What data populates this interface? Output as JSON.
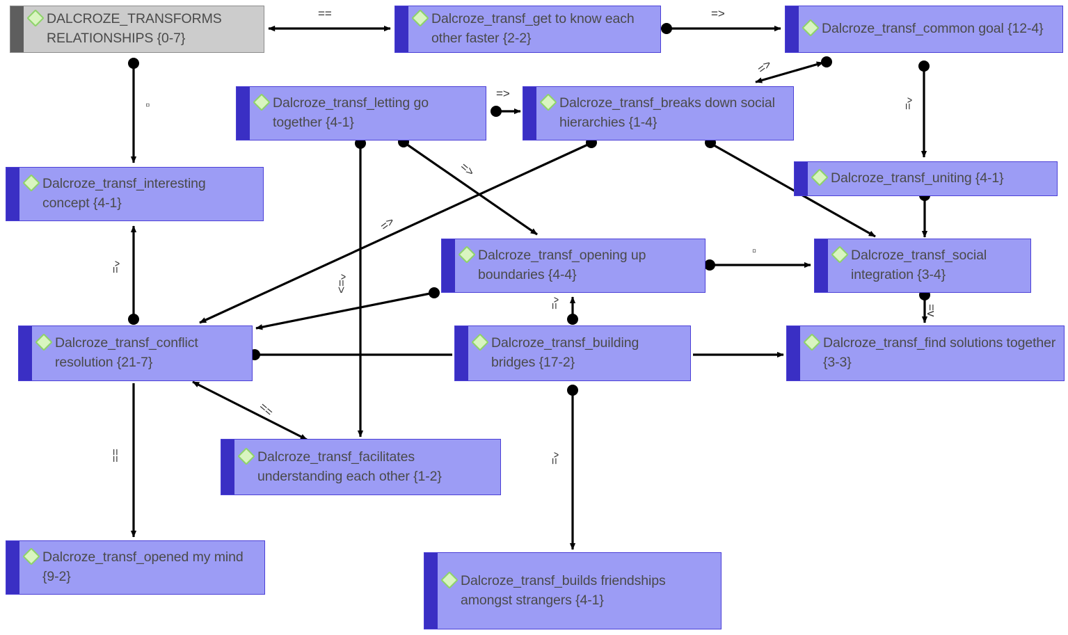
{
  "diagram": {
    "type": "concept-network-map",
    "title": "DALCROZE_TRANSFORMS RELATIONSHIPS {0-7}",
    "colors": {
      "node_fill": "#9c9cf5",
      "node_accent": "#3a2fc4",
      "node_border": "#4b3fd6",
      "root_fill": "#cccccc",
      "root_accent": "#5e5e5e",
      "root_border": "#8c8c8c",
      "icon_fill": "#d9f5c0",
      "icon_border": "#8ed36a",
      "edge_color": "#000000",
      "text_color": "#4a4a4a",
      "background": "#ffffff"
    },
    "nodes": [
      {
        "id": "root",
        "label": "DALCROZE_TRANSFORMS RELATIONSHIPS {0-7}",
        "kind": "root"
      },
      {
        "id": "getknow",
        "label": "Dalcroze_transf_get to know each other faster {2-2}",
        "kind": "concept"
      },
      {
        "id": "commongoal",
        "label": "Dalcroze_transf_common goal {12-4}",
        "kind": "concept"
      },
      {
        "id": "lettinggo",
        "label": "Dalcroze_transf_letting go together {4-1}",
        "kind": "concept"
      },
      {
        "id": "breaksdown",
        "label": "Dalcroze_transf_breaks down social hierarchies {1-4}",
        "kind": "concept"
      },
      {
        "id": "uniting",
        "label": "Dalcroze_transf_uniting {4-1}",
        "kind": "concept"
      },
      {
        "id": "interesting",
        "label": "Dalcroze_transf_interesting concept {4-1}",
        "kind": "concept"
      },
      {
        "id": "openingup",
        "label": "Dalcroze_transf_opening up boundaries {4-4}",
        "kind": "concept"
      },
      {
        "id": "socialint",
        "label": "Dalcroze_transf_social integration {3-4}",
        "kind": "concept"
      },
      {
        "id": "conflict",
        "label": "Dalcroze_transf_conflict resolution {21-7}",
        "kind": "concept"
      },
      {
        "id": "bridges",
        "label": "Dalcroze_transf_building bridges {17-2}",
        "kind": "concept"
      },
      {
        "id": "findsol",
        "label": "Dalcroze_transf_find solutions together {3-3}",
        "kind": "concept"
      },
      {
        "id": "facilitates",
        "label": "Dalcroze_transf_facilitates understanding each other {1-2}",
        "kind": "concept"
      },
      {
        "id": "openedmind",
        "label": "Dalcroze_transf_opened my mind {9-2}",
        "kind": "concept"
      },
      {
        "id": "friendships",
        "label": "Dalcroze_transf_builds friendships amongst strangers {4-1}",
        "kind": "concept"
      }
    ],
    "edges": [
      {
        "from": "getknow",
        "to": "root",
        "label": "==",
        "arrow": "both"
      },
      {
        "from": "getknow",
        "to": "commongoal",
        "label": "=>",
        "arrow": "to"
      },
      {
        "from": "root",
        "to": "interesting",
        "label": "▫",
        "arrow": "to"
      },
      {
        "from": "commongoal",
        "to": "breaksdown",
        "label": "=>",
        "arrow": "both"
      },
      {
        "from": "commongoal",
        "to": "uniting",
        "label": "^=",
        "arrow": "to"
      },
      {
        "from": "lettinggo",
        "to": "breaksdown",
        "label": "=>",
        "arrow": "to"
      },
      {
        "from": "lettinggo",
        "to": "openingup",
        "label": "=>",
        "arrow": "to"
      },
      {
        "from": "lettinggo",
        "to": "facilitates",
        "label": "",
        "arrow": "to"
      },
      {
        "from": "breaksdown",
        "to": "conflict",
        "label": "=>",
        "arrow": "to"
      },
      {
        "from": "breaksdown",
        "to": "socialint",
        "label": "",
        "arrow": "to"
      },
      {
        "from": "uniting",
        "to": "socialint",
        "label": "",
        "arrow": "to"
      },
      {
        "from": "openingup",
        "to": "socialint",
        "label": "▫",
        "arrow": "to"
      },
      {
        "from": "openingup",
        "to": "conflict",
        "label": "^=",
        "arrow": "to"
      },
      {
        "from": "conflict",
        "to": "interesting",
        "label": "^=",
        "arrow": "to"
      },
      {
        "from": "conflict",
        "to": "bridges",
        "label": "",
        "arrow": "none"
      },
      {
        "from": "bridges",
        "to": "findsol",
        "label": "",
        "arrow": "to"
      },
      {
        "from": "bridges",
        "to": "openingup",
        "label": "^=",
        "arrow": "to"
      },
      {
        "from": "bridges",
        "to": "friendships",
        "label": "^=",
        "arrow": "to"
      },
      {
        "from": "conflict",
        "to": "facilitates",
        "label": "==",
        "arrow": "both"
      },
      {
        "from": "conflict",
        "to": "openedmind",
        "label": "==",
        "arrow": "to"
      },
      {
        "from": "socialint",
        "to": "findsol",
        "label": "=v",
        "arrow": "to"
      }
    ],
    "edge_labels": [
      {
        "id": "lbl-root-getknow",
        "text": "=="
      },
      {
        "id": "lbl-getknow-common",
        "text": "=>"
      },
      {
        "id": "lbl-root-interesting",
        "text": "▫"
      },
      {
        "id": "lbl-common-breaks",
        "text": "=>"
      },
      {
        "id": "lbl-common-uniting",
        "text": "^="
      },
      {
        "id": "lbl-lettinggo-breaks",
        "text": "=>"
      },
      {
        "id": "lbl-lettinggo-opening",
        "text": "=>"
      },
      {
        "id": "lbl-breaks-conflict",
        "text": "=>"
      },
      {
        "id": "lbl-opening-social",
        "text": "▫"
      },
      {
        "id": "lbl-opening-conflict",
        "text": "^=>"
      },
      {
        "id": "lbl-conflict-interest",
        "text": "^="
      },
      {
        "id": "lbl-bridges-opening",
        "text": "^="
      },
      {
        "id": "lbl-bridges-friends",
        "text": "^="
      },
      {
        "id": "lbl-conflict-facil",
        "text": "=="
      },
      {
        "id": "lbl-conflict-opened",
        "text": "=="
      },
      {
        "id": "lbl-social-findsol",
        "text": "=v"
      }
    ]
  }
}
